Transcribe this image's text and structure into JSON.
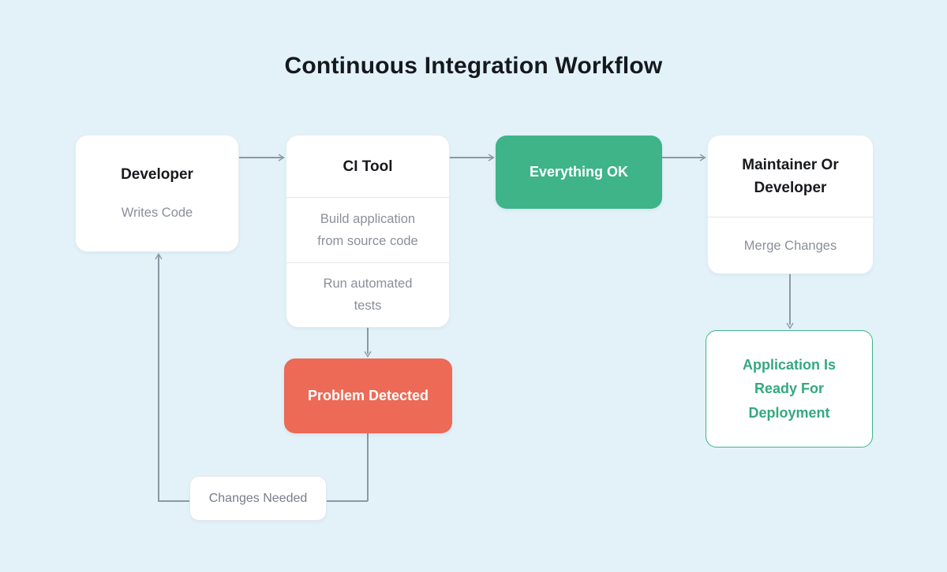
{
  "title": "Continuous Integration Workflow",
  "colors": {
    "background": "#e3f2f9",
    "success_green": "#3eb488",
    "danger_red": "#ec6a56",
    "connector_gray": "#8b99a4"
  },
  "nodes": {
    "developer": {
      "title": "Developer",
      "body": "Writes Code"
    },
    "ci_tool": {
      "title": "CI Tool",
      "steps": [
        "Build application\nfrom source code",
        "Run automated\ntests"
      ]
    },
    "everything_ok": {
      "label": "Everything OK"
    },
    "maintainer": {
      "title": "Maintainer Or\nDeveloper",
      "body": "Merge Changes"
    },
    "application_ready": {
      "label": "Application Is\nReady For\nDeployment"
    },
    "problem_detected": {
      "label": "Problem Detected"
    },
    "changes_needed": {
      "label": "Changes Needed"
    }
  }
}
